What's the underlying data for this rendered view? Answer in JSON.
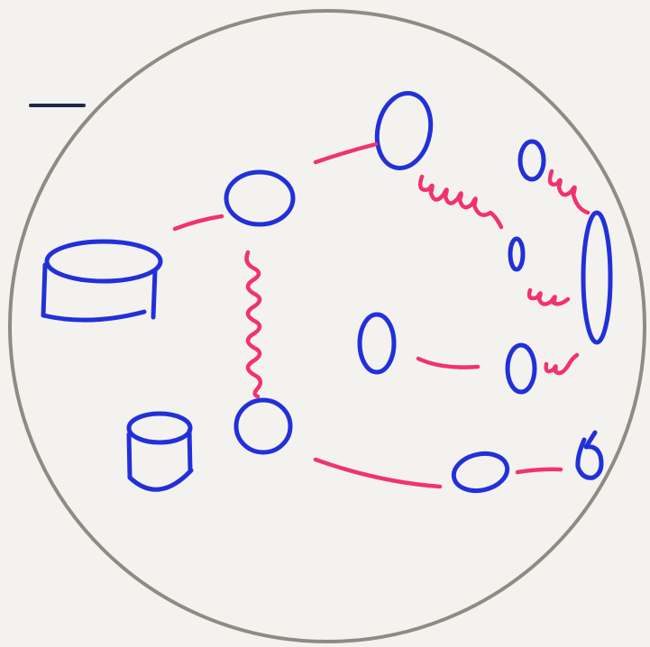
{
  "colors": {
    "background": "#f4f2ee",
    "frame": "#8e8b83",
    "node_ink": "#2230d9",
    "spring_ink": "#f0336f",
    "dash_ink": "#1e2a4a"
  },
  "diagram": {
    "kind": "hand-drawn sketch",
    "text": [],
    "nodes": [
      {
        "id": "container-large",
        "shape": "cylinder"
      },
      {
        "id": "container-small",
        "shape": "cylinder"
      },
      {
        "id": "node-a",
        "shape": "oval"
      },
      {
        "id": "node-b",
        "shape": "oval"
      },
      {
        "id": "node-c",
        "shape": "oval"
      },
      {
        "id": "node-d",
        "shape": "oval"
      },
      {
        "id": "node-e",
        "shape": "oval"
      },
      {
        "id": "node-f",
        "shape": "oval"
      },
      {
        "id": "node-g",
        "shape": "oval"
      },
      {
        "id": "node-h",
        "shape": "oval"
      },
      {
        "id": "node-i",
        "shape": "oval"
      },
      {
        "id": "node-j",
        "shape": "oval"
      },
      {
        "id": "node-k",
        "shape": "oval"
      }
    ],
    "links": [
      {
        "from": "container-large",
        "to": "node-a",
        "style": "straight"
      },
      {
        "from": "node-a",
        "to": "node-b",
        "style": "straight"
      },
      {
        "from": "node-a",
        "to": "node-h",
        "style": "spring"
      },
      {
        "from": "node-b",
        "to": "node-d",
        "style": "spring"
      },
      {
        "from": "node-c",
        "to": "node-e",
        "style": "spring"
      },
      {
        "from": "node-d",
        "to": "node-e",
        "style": "spring"
      },
      {
        "from": "node-d",
        "to": "node-g",
        "style": "spring"
      },
      {
        "from": "node-f",
        "to": "node-g",
        "style": "straight"
      },
      {
        "from": "node-g",
        "to": "node-e",
        "style": "spring"
      },
      {
        "from": "node-h",
        "to": "node-j",
        "style": "straight"
      },
      {
        "from": "node-j",
        "to": "node-k",
        "style": "straight"
      }
    ]
  }
}
